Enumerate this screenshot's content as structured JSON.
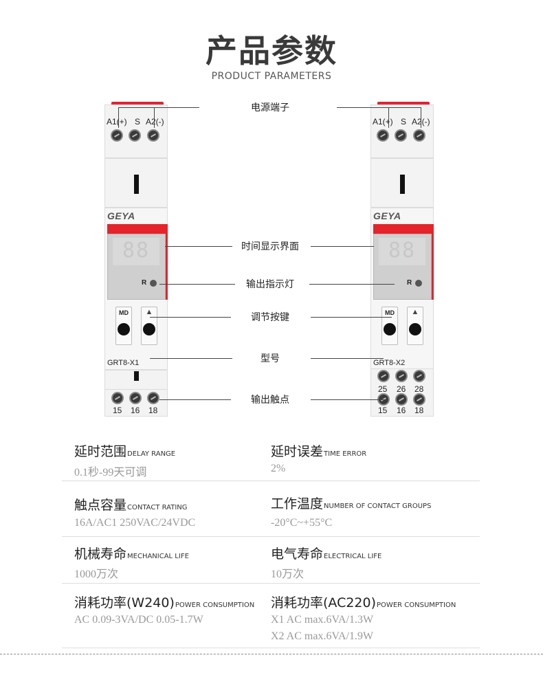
{
  "header": {
    "title": "产品参数",
    "subtitle": "PRODUCT PARAMETERS"
  },
  "devices": [
    {
      "brand": "GEYA",
      "terminals_top": [
        "A1(+)",
        "S",
        "A2(-)"
      ],
      "display": "88",
      "indicator_label": "R",
      "buttons": [
        "MD",
        "▲"
      ],
      "model": "GRT8-X1",
      "terminals_mid": [],
      "terminals_bottom": [
        "15",
        "16",
        "18"
      ]
    },
    {
      "brand": "GEYA",
      "terminals_top": [
        "A1(+)",
        "S",
        "A2(-)"
      ],
      "display": "88",
      "indicator_label": "R",
      "buttons": [
        "MD",
        "▲"
      ],
      "model": "GRT8-X2",
      "terminals_mid": [
        "25",
        "26",
        "28"
      ],
      "terminals_bottom": [
        "15",
        "16",
        "18"
      ]
    }
  ],
  "callouts": {
    "power_terminal": "电源端子",
    "time_display": "时间显示界面",
    "output_indicator": "输出指示灯",
    "adjust_buttons": "调节按键",
    "model": "型号",
    "output_contacts": "输出触点"
  },
  "params": [
    {
      "label": "延时范围",
      "label_en": "DELAY RANGE",
      "value": "0.1秒-99天可调"
    },
    {
      "label": "延时误差",
      "label_en": "TIME ERROR",
      "value": "2%"
    },
    {
      "label": "触点容量",
      "label_en": "CONTACT RATING",
      "value": "16A/AC1 250VAC/24VDC"
    },
    {
      "label": "工作温度",
      "label_en": "NUMBER OF CONTACT GROUPS",
      "value": "-20°C~+55°C"
    },
    {
      "label": "机械寿命",
      "label_en": "MECHANICAL LIFE",
      "value": "1000万次"
    },
    {
      "label": "电气寿命",
      "label_en": "ELECTRICAL LIFE",
      "value": "10万次"
    },
    {
      "label": "消耗功率(W240)",
      "label_en": "POWER CONSUMPTION",
      "value": "AC 0.09-3VA/DC 0.05-1.7W"
    },
    {
      "label": "消耗功率(AC220)",
      "label_en": "POWER CONSUMPTION",
      "value": "X1  AC max.6VA/1.3W",
      "value2": "X2  AC max.6VA/1.9W"
    }
  ]
}
